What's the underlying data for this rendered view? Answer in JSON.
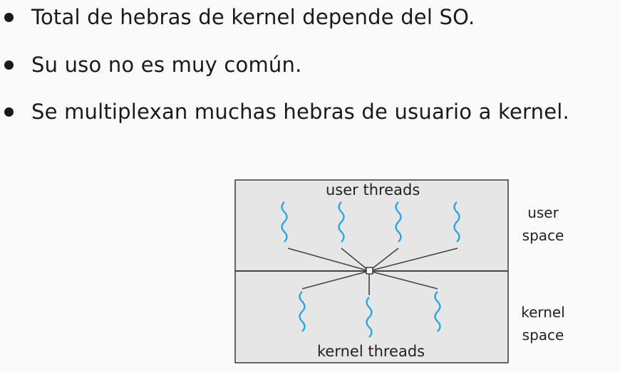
{
  "bullets": [
    "Total de hebras de kernel depende del SO.",
    "Su uso no es muy común.",
    "Se multiplexan muchas hebras de usuario a kernel."
  ],
  "diagram": {
    "top_label": "user threads",
    "bottom_label": "kernel threads",
    "user_space_label_line1": "user",
    "user_space_label_line2": "space",
    "kernel_space_label_line1": "kernel",
    "kernel_space_label_line2": "space",
    "colors": {
      "box_fill": "#e6e6e6",
      "box_stroke": "#3a3a3a",
      "thread_squiggle": "#29a8e0",
      "connector": "#444444"
    }
  }
}
